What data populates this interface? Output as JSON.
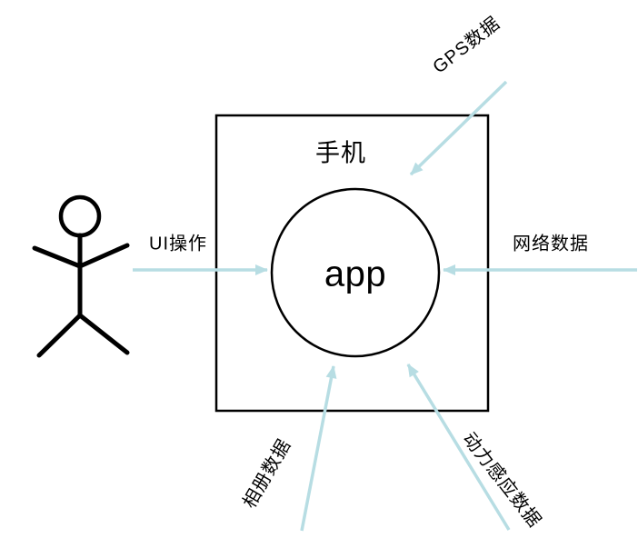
{
  "diagram": {
    "accent_color": "#b7dde3",
    "line_color": "#000000",
    "labels": {
      "phone": "手机",
      "app": "app",
      "ui_operation": "UI操作",
      "gps_data": "GPS数据",
      "network_data": "网络数据",
      "album_data": "相册数据",
      "motion_data": "动力感应数据"
    }
  }
}
